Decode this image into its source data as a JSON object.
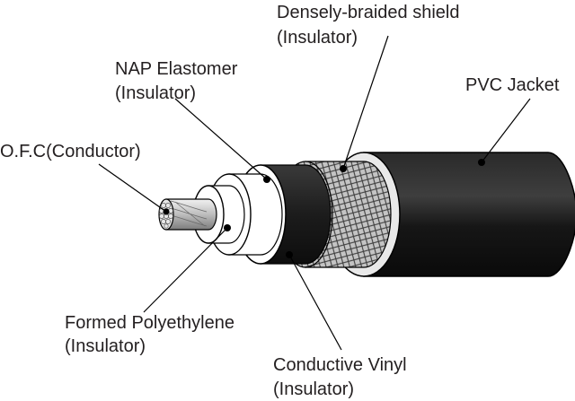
{
  "labels": {
    "shield": {
      "line1": "Densely-braided shield",
      "line2": "(Insulator)"
    },
    "elastomer": {
      "line1": "NAP Elastomer",
      "line2": "(Insulator)"
    },
    "jacket": {
      "line1": "PVC Jacket"
    },
    "conductor": {
      "line1": "O.F.C(Conductor)"
    },
    "polyethylene": {
      "line1": "Formed Polyethylene",
      "line2": "(Insulator)"
    },
    "vinyl": {
      "line1": "Conductive Vinyl",
      "line2": "(Insulator)"
    }
  },
  "colors": {
    "jacket": "#141414",
    "jacket_highlight": "#3a3a3a",
    "jacket_rim": "#e9e9e9",
    "braid": "#bdbdbd",
    "conductive_vinyl": "#222222",
    "elastomer": "#ffffff",
    "polyethylene": "#ffffff",
    "conductor": "#cfcfcf",
    "outline": "#000000"
  }
}
